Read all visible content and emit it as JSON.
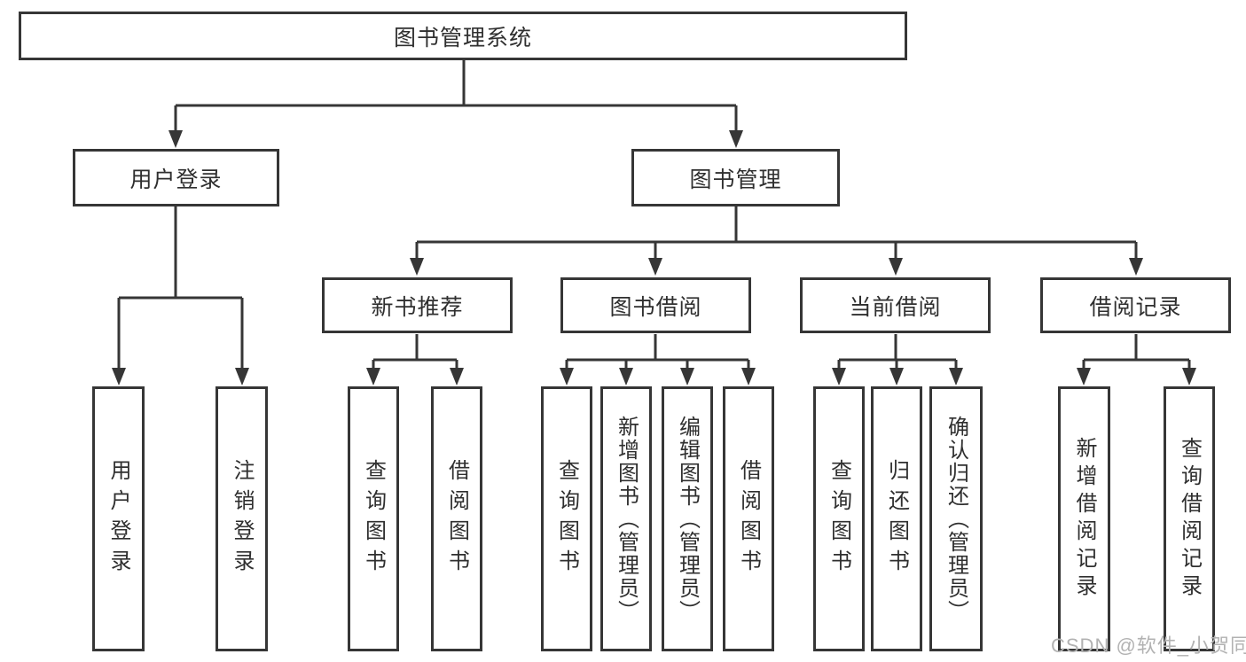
{
  "diagram": {
    "title_node": "图书管理系统",
    "colors": {
      "line": "#363636",
      "text": "#2f2f2f",
      "background": "#ffffff",
      "watermark": "#b2b2b2"
    },
    "nodes": {
      "root": "图书管理系统",
      "user_login": "用户登录",
      "book_management": "图书管理",
      "new_book_recommend": "新书推荐",
      "book_borrow": "图书借阅",
      "current_borrow": "当前借阅",
      "borrow_records": "借阅记录"
    },
    "leaves": {
      "user_login_leaf": "用户登录",
      "logout_leaf": "注销登录",
      "query_books_a": "查询图书",
      "borrow_books_a": "借阅图书",
      "query_books_b": "查询图书",
      "add_book_admin": "新增图书（管理员）",
      "edit_book_admin": "编辑图书（管理员）",
      "borrow_books_b": "借阅图书",
      "query_books_c": "查询图书",
      "return_books": "归还图书",
      "confirm_return_admin": "确认归还（管理员）",
      "add_borrow_record": "新增借阅记录",
      "query_borrow_record": "查询借阅记录"
    },
    "hierarchy_note": {
      "root_children": [
        "用户登录",
        "图书管理"
      ],
      "user_login_children": [
        "用户登录",
        "注销登录"
      ],
      "book_management_children": [
        "新书推荐",
        "图书借阅",
        "当前借阅",
        "借阅记录"
      ],
      "new_book_recommend_children": [
        "查询图书",
        "借阅图书"
      ],
      "book_borrow_children": [
        "查询图书",
        "新增图书（管理员）",
        "编辑图书（管理员）",
        "借阅图书"
      ],
      "current_borrow_children": [
        "查询图书",
        "归还图书",
        "确认归还（管理员）"
      ],
      "borrow_records_children": [
        "新增借阅记录",
        "查询借阅记录"
      ]
    }
  },
  "watermark": {
    "text": "CSDN @软件_小贺同学"
  }
}
